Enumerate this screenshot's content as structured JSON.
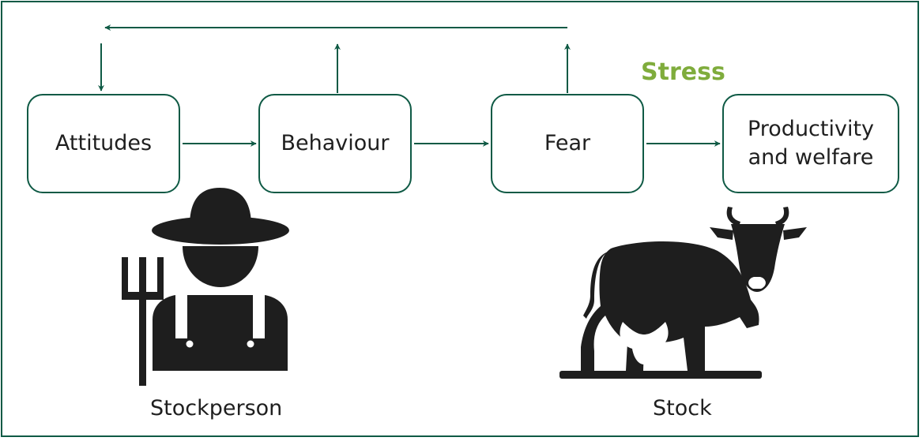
{
  "boxes": {
    "attitudes": "Attitudes",
    "behaviour": "Behaviour",
    "fear": "Fear",
    "productivity_line1": "Productivity",
    "productivity_line2": "and welfare"
  },
  "labels": {
    "stress": "Stress",
    "stockperson": "Stockperson",
    "stock": "Stock"
  },
  "icons": {
    "farmer": "farmer-icon",
    "cow": "cow-icon"
  },
  "colors": {
    "accent": "#0f5a45",
    "stress": "#7fac3c",
    "icon": "#1e1e1e"
  }
}
